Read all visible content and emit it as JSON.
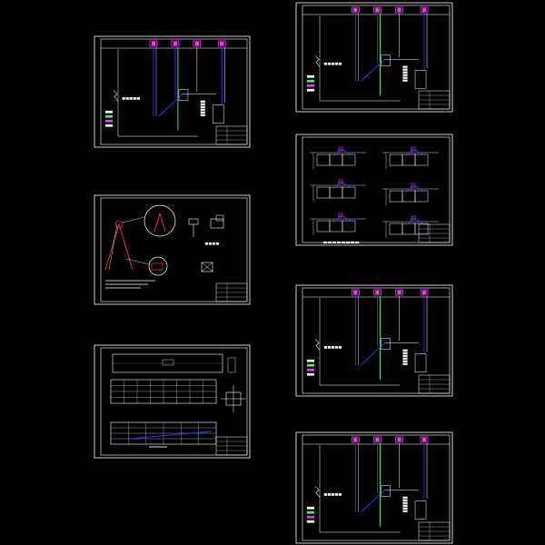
{
  "colors": {
    "background": "#000000",
    "frame": "#ffffff",
    "pipe_magenta": "#ff33ff",
    "pipe_blue": "#3333ff",
    "pipe_green": "#33ff66",
    "pipe_cyan": "#33cccc",
    "red": "#ff3333",
    "grey": "#888888"
  },
  "sheets": [
    {
      "name": "sheet-section-a",
      "kind": "section"
    },
    {
      "name": "sheet-detail-a",
      "kind": "detail"
    },
    {
      "name": "sheet-table-a",
      "kind": "table"
    },
    {
      "name": "sheet-section-b",
      "kind": "section"
    },
    {
      "name": "sheet-grid-b",
      "kind": "grid"
    },
    {
      "name": "sheet-section-c",
      "kind": "section"
    },
    {
      "name": "sheet-section-d",
      "kind": "section"
    }
  ]
}
